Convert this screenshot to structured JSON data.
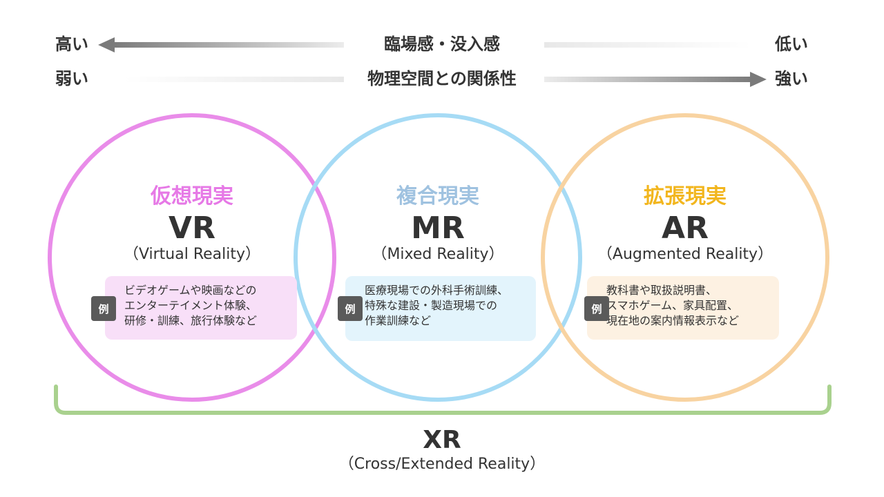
{
  "scale": {
    "immersion": {
      "label": "臨場感・没入感",
      "left": "高い",
      "right": "低い"
    },
    "relation": {
      "label": "物理空間との関係性",
      "left": "弱い",
      "right": "強い"
    }
  },
  "circles": [
    {
      "jp_name": "仮想現実",
      "abbr": "VR",
      "full": "Virtual Reality",
      "color": "#e98ce9",
      "name_color": "#e679e6",
      "box_bg": "#f8dff8",
      "badge": "例",
      "example_lines": [
        "ビデオゲームや映画などの",
        "エンターテイメント体験、",
        "研修・訓練、旅行体験など"
      ]
    },
    {
      "jp_name": "複合現実",
      "abbr": "MR",
      "full": "Mixed Reality",
      "color": "#a6dbf5",
      "name_color": "#9fc2e0",
      "box_bg": "#e3f4fc",
      "badge": "例",
      "example_lines": [
        "医療現場での外科手術訓練、",
        "特殊な建設・製造現場での",
        "作業訓練など"
      ]
    },
    {
      "jp_name": "拡張現実",
      "abbr": "AR",
      "full": "Augmented Reality",
      "color": "#f8d3a1",
      "name_color": "#f2b61e",
      "box_bg": "#fdf1e2",
      "badge": "例",
      "example_lines": [
        "教科書や取扱説明書、",
        "スマホゲーム、家具配置、",
        "現在地の案内情報表示など"
      ]
    }
  ],
  "bracket_color": "#a9d18e",
  "xr": {
    "abbr": "XR",
    "full": "Cross/Extended Reality"
  },
  "paren_open": "（",
  "paren_close": "）"
}
